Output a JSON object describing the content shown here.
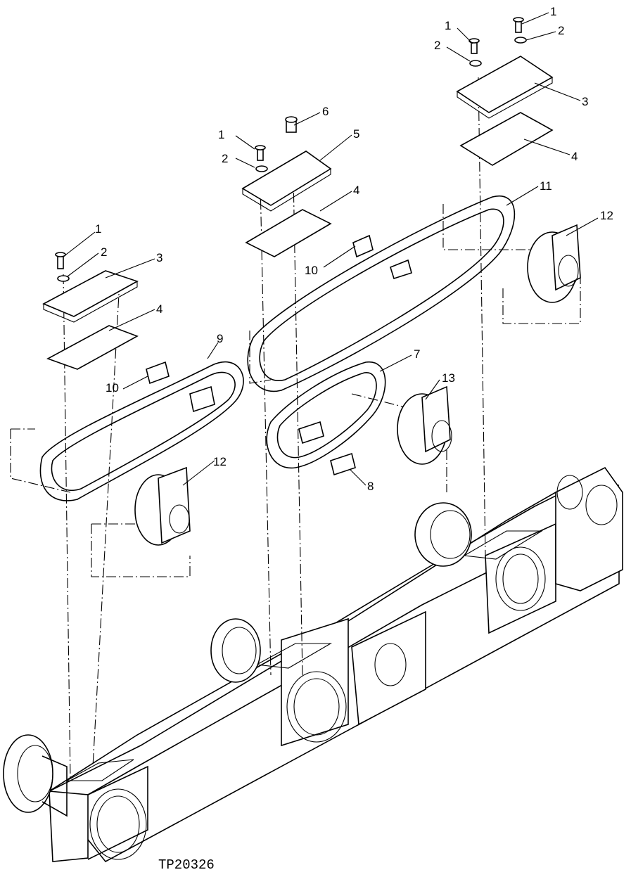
{
  "figure_id": "TP20326",
  "callouts": [
    {
      "num": "1"
    },
    {
      "num": "1"
    },
    {
      "num": "2"
    },
    {
      "num": "2"
    },
    {
      "num": "3"
    },
    {
      "num": "4"
    },
    {
      "num": "1"
    },
    {
      "num": "2"
    },
    {
      "num": "5"
    },
    {
      "num": "6"
    },
    {
      "num": "4"
    },
    {
      "num": "11"
    },
    {
      "num": "12"
    },
    {
      "num": "10"
    },
    {
      "num": "1"
    },
    {
      "num": "2"
    },
    {
      "num": "3"
    },
    {
      "num": "4"
    },
    {
      "num": "9"
    },
    {
      "num": "10"
    },
    {
      "num": "7"
    },
    {
      "num": "13"
    },
    {
      "num": "12"
    },
    {
      "num": "8"
    }
  ]
}
